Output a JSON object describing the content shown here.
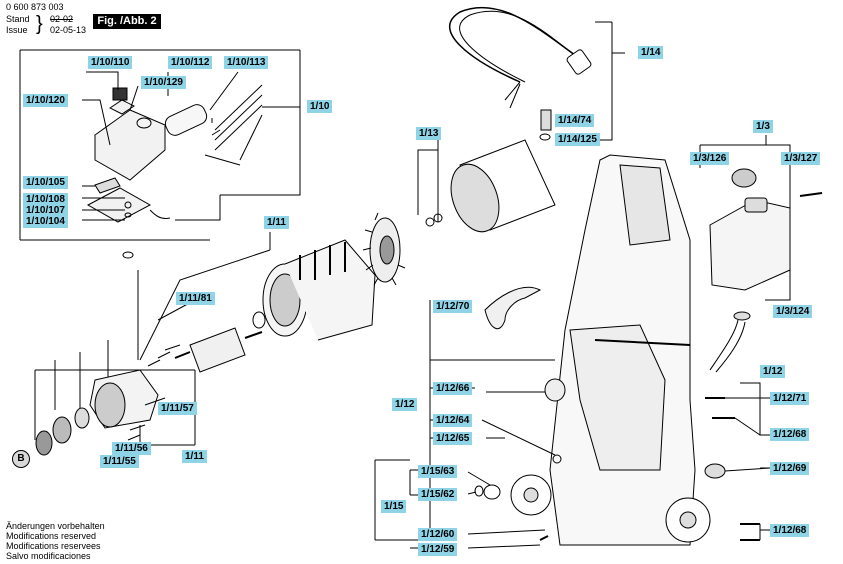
{
  "header": {
    "part_number": "0 600 873 003",
    "stand_label": "Stand",
    "stand_value": "02-02",
    "issue_label": "Issue",
    "issue_value": "02-05-13",
    "figure": "Fig. /Abb. 2"
  },
  "labels": {
    "l_1_10_110": "1/10/110",
    "l_1_10_129": "1/10/129",
    "l_1_10_112": "1/10/112",
    "l_1_10_113": "1/10/113",
    "l_1_10_120": "1/10/120",
    "l_1_10": "1/10",
    "l_1_10_105": "1/10/105",
    "l_1_10_108": "1/10/108",
    "l_1_10_107": "1/10/107",
    "l_1_10_104": "1/10/104",
    "l_1_11_top": "1/11",
    "l_1_11_81": "1/11/81",
    "l_1_11_57": "1/11/57",
    "l_1_11_56": "1/11/56",
    "l_1_11_55": "1/11/55",
    "l_1_11_bottom": "1/11",
    "l_1_13": "1/13",
    "l_1_14": "1/14",
    "l_1_14_74": "1/14/74",
    "l_1_14_125": "1/14/125",
    "l_1_3": "1/3",
    "l_1_3_126": "1/3/126",
    "l_1_3_127": "1/3/127",
    "l_1_3_124": "1/3/124",
    "l_1_12_70": "1/12/70",
    "l_1_12_66": "1/12/66",
    "l_1_12": "1/12",
    "l_1_12_64": "1/12/64",
    "l_1_12_65": "1/12/65",
    "l_1_15_63": "1/15/63",
    "l_1_15_62": "1/15/62",
    "l_1_15": "1/15",
    "l_1_12_60": "1/12/60",
    "l_1_12_59": "1/12/59",
    "l_1_12_right": "1/12",
    "l_1_12_71": "1/12/71",
    "l_1_12_68a": "1/12/68",
    "l_1_12_69": "1/12/69",
    "l_1_12_68b": "1/12/68"
  },
  "callout_b": "B",
  "footer": [
    "Änderungen vorbehalten",
    "Modifications reserved",
    "Modifications reservees",
    "Salvo modificaciones"
  ]
}
